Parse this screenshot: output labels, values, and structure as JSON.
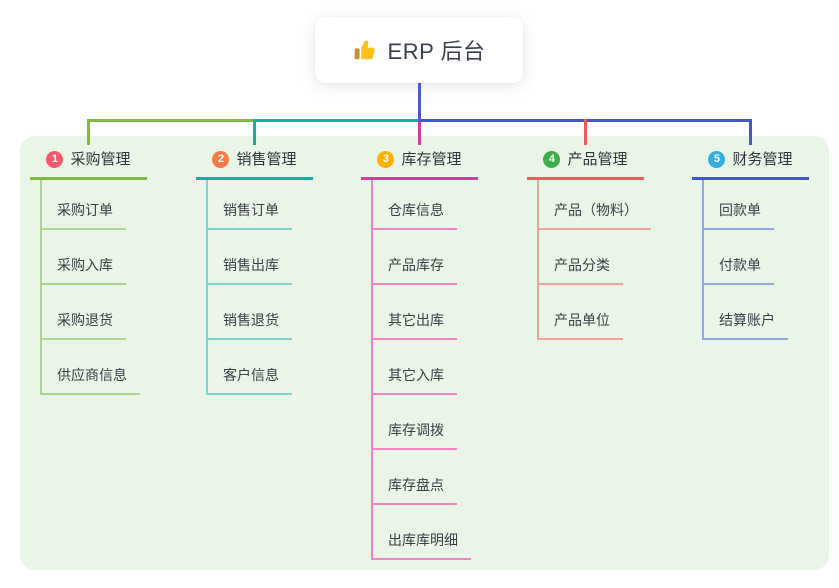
{
  "root": {
    "label": "ERP 后台",
    "icon": "thumbs-up-icon"
  },
  "colors": {
    "page_bg": "#ffffff",
    "canvas_bg": "#e9f6e7",
    "root_line": "#4a5ad4",
    "root_text": "#3a3f4e",
    "node_text": "#3d3d45",
    "thumb_hand": "#fcc21b",
    "thumb_cuff": "#c98f2e"
  },
  "branches": [
    {
      "index": "1",
      "label": "采购管理",
      "badge_color": "#f2596f",
      "line_color": "#7ebb40",
      "child_line_color": "#abd68c",
      "children": [
        "采购订单",
        "采购入库",
        "采购退货",
        "供应商信息"
      ]
    },
    {
      "index": "2",
      "label": "销售管理",
      "badge_color": "#f67a44",
      "line_color": "#12afa7",
      "child_line_color": "#7ed2cb",
      "children": [
        "销售订单",
        "销售出库",
        "销售退货",
        "客户信息"
      ]
    },
    {
      "index": "3",
      "label": "库存管理",
      "badge_color": "#ffb003",
      "line_color": "#d9399f",
      "child_line_color": "#f184c4",
      "children": [
        "仓库信息",
        "产品库存",
        "其它出库",
        "其它入库",
        "库存调拨",
        "库存盘点",
        "出库库明细"
      ]
    },
    {
      "index": "4",
      "label": "产品管理",
      "badge_color": "#3eae4b",
      "line_color": "#ef5a5f",
      "child_line_color": "#f5a29c",
      "children": [
        "产品（物料）",
        "产品分类",
        "产品单位"
      ]
    },
    {
      "index": "5",
      "label": "财务管理",
      "badge_color": "#33ace0",
      "line_color": "#4156cf",
      "child_line_color": "#93a7e4",
      "children": [
        "回款单",
        "付款单",
        "结算账户"
      ]
    }
  ]
}
